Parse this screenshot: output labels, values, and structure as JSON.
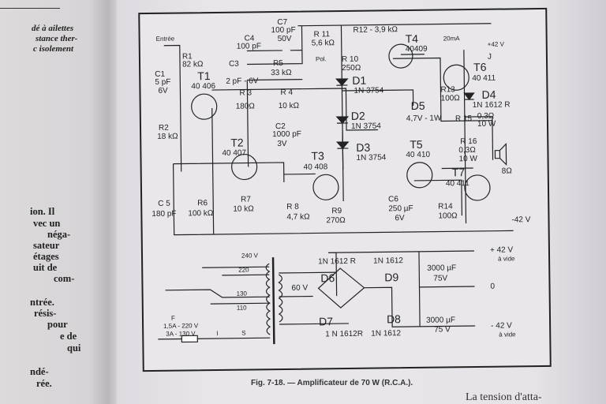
{
  "left_page": {
    "top_lines": [
      "dé à ailettes",
      "stance ther-",
      "c isolement"
    ],
    "bottom_lines": [
      "ion. Il",
      "vec un",
      "néga-",
      "sateur",
      "étages",
      "uit de",
      "com-",
      "ntrée.",
      "résis-",
      "pour",
      "e de",
      "qui",
      "ndé-",
      "rée."
    ]
  },
  "diagram": {
    "labels": {
      "entree": "Entrée",
      "r1": "R1",
      "r1v": "82 kΩ",
      "c1": "C1",
      "c1v": "5 pF",
      "c1w": "6V",
      "r2": "R2",
      "r2v": "18 kΩ",
      "t1": "T1",
      "t1v": "40 406",
      "c4": "C4",
      "c4v": "100 pF",
      "c3": "C3",
      "c3v": "2 pF - 6V",
      "r5": "R5",
      "r5v": "33 kΩ",
      "r3": "R 3",
      "r3v": "180Ω",
      "r4": "R 4",
      "r4v": "10 kΩ",
      "c2": "C2",
      "c2v": "1000 pF",
      "c2w": "3V",
      "c7": "C7",
      "c7v": "100 pF",
      "c7w": "50V",
      "r11": "R 11",
      "r11v": "5,6 kΩ",
      "r12": "R12 - 3,9 kΩ",
      "pol": "Pol.",
      "r10": "R 10",
      "r10v": "250Ω",
      "d1": "D1",
      "d1v": "1N 3754",
      "d2": "D2",
      "d2v": "1N 3754",
      "d3": "D3",
      "d3v": "1N 3754",
      "d5": "D5",
      "d5v": "4,7V - 1W",
      "t4": "T4",
      "t4v": "40409",
      "ma": "20mA",
      "p42": "+42 V",
      "j": "J",
      "t6": "T6",
      "t6v": "40 411",
      "r13": "R13",
      "r13v": "100Ω",
      "d4": "D4",
      "d4v": "1N 1612 R",
      "r15": "R 15",
      "r15v": "0,3Ω",
      "r15w": "10 W",
      "r16": "R 16",
      "r16v": "0,3Ω",
      "r16w": "10 W",
      "spk": "8Ω",
      "t2": "T2",
      "t2v": "40 407",
      "t3": "T3",
      "t3v": "40 408",
      "t5": "T5",
      "t5v": "40 410",
      "t7": "T7",
      "t7v": "40 411",
      "c5": "C 5",
      "c5v": "180 pF",
      "r6": "R6",
      "r6v": "100 kΩ",
      "r7": "R7",
      "r7v": "10 kΩ",
      "r8": "R 8",
      "r8v": "4,7 kΩ",
      "r9": "R9",
      "r9v": "270Ω",
      "c6": "C6",
      "c6v": "250 µF",
      "c6w": "6V",
      "r14": "R14",
      "r14v": "100Ω",
      "m42": "-42 V",
      "v240": "240 V",
      "v220": "220",
      "v130": "130",
      "v110": "110",
      "f": "F",
      "f1": "1,5A - 220 V",
      "f2": "3A - 130 V",
      "i": "I",
      "s": "S",
      "v60": "60 V",
      "d6": "D6",
      "d7": "D7",
      "d8": "D8",
      "d9": "D9",
      "n1612r_top": "1N 1612 R",
      "n1612_top": "1N 1612",
      "n1612r_bot": "1 N 1612R",
      "n1612_bot": "1N 1612",
      "cap1": "3000 µF",
      "cap1v": "75V",
      "cap2": "3000 µF",
      "cap2v": "75 V",
      "sp42": "+ 42 V",
      "sp42b": "à vide",
      "s0": "0",
      "sm42": "- 42 V",
      "sm42b": "à vide"
    }
  },
  "caption": "Fig. 7-18. — Amplificateur de 70 W (R.C.A.).",
  "footer_fragment": "La tension d'atta-"
}
